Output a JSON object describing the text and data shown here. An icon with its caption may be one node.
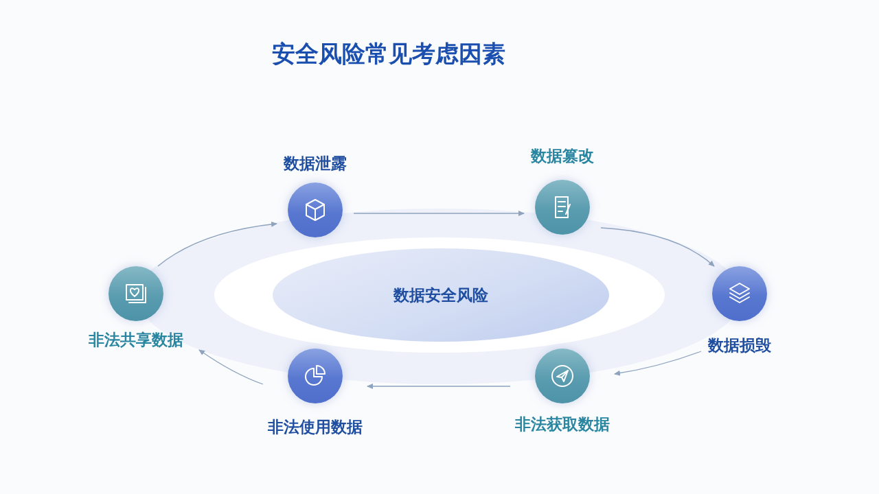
{
  "diagram": {
    "title": "安全风险常见考虑因素",
    "nodes": [
      {
        "text": [
          "数据安全风险"
        ]
      },
      {
        "text": [
          "数据泄露"
        ]
      },
      {
        "text": [
          "数据篡改"
        ]
      },
      {
        "text": [
          "非法共享数据"
        ]
      },
      {
        "text": [
          "数据损毁"
        ]
      },
      {
        "text": [
          "非法使用数据"
        ]
      },
      {
        "text": [
          "非法获取数据"
        ]
      }
    ],
    "edges": [
      {
        "from": 1,
        "to": 2,
        "arrow": "to"
      },
      {
        "from": 2,
        "to": 4,
        "arrow": "to"
      },
      {
        "from": 4,
        "to": 6,
        "arrow": "to"
      },
      {
        "from": 6,
        "to": 5,
        "arrow": "to"
      },
      {
        "from": 5,
        "to": 3,
        "arrow": "to"
      },
      {
        "from": 3,
        "to": 1,
        "arrow": "to"
      }
    ]
  }
}
